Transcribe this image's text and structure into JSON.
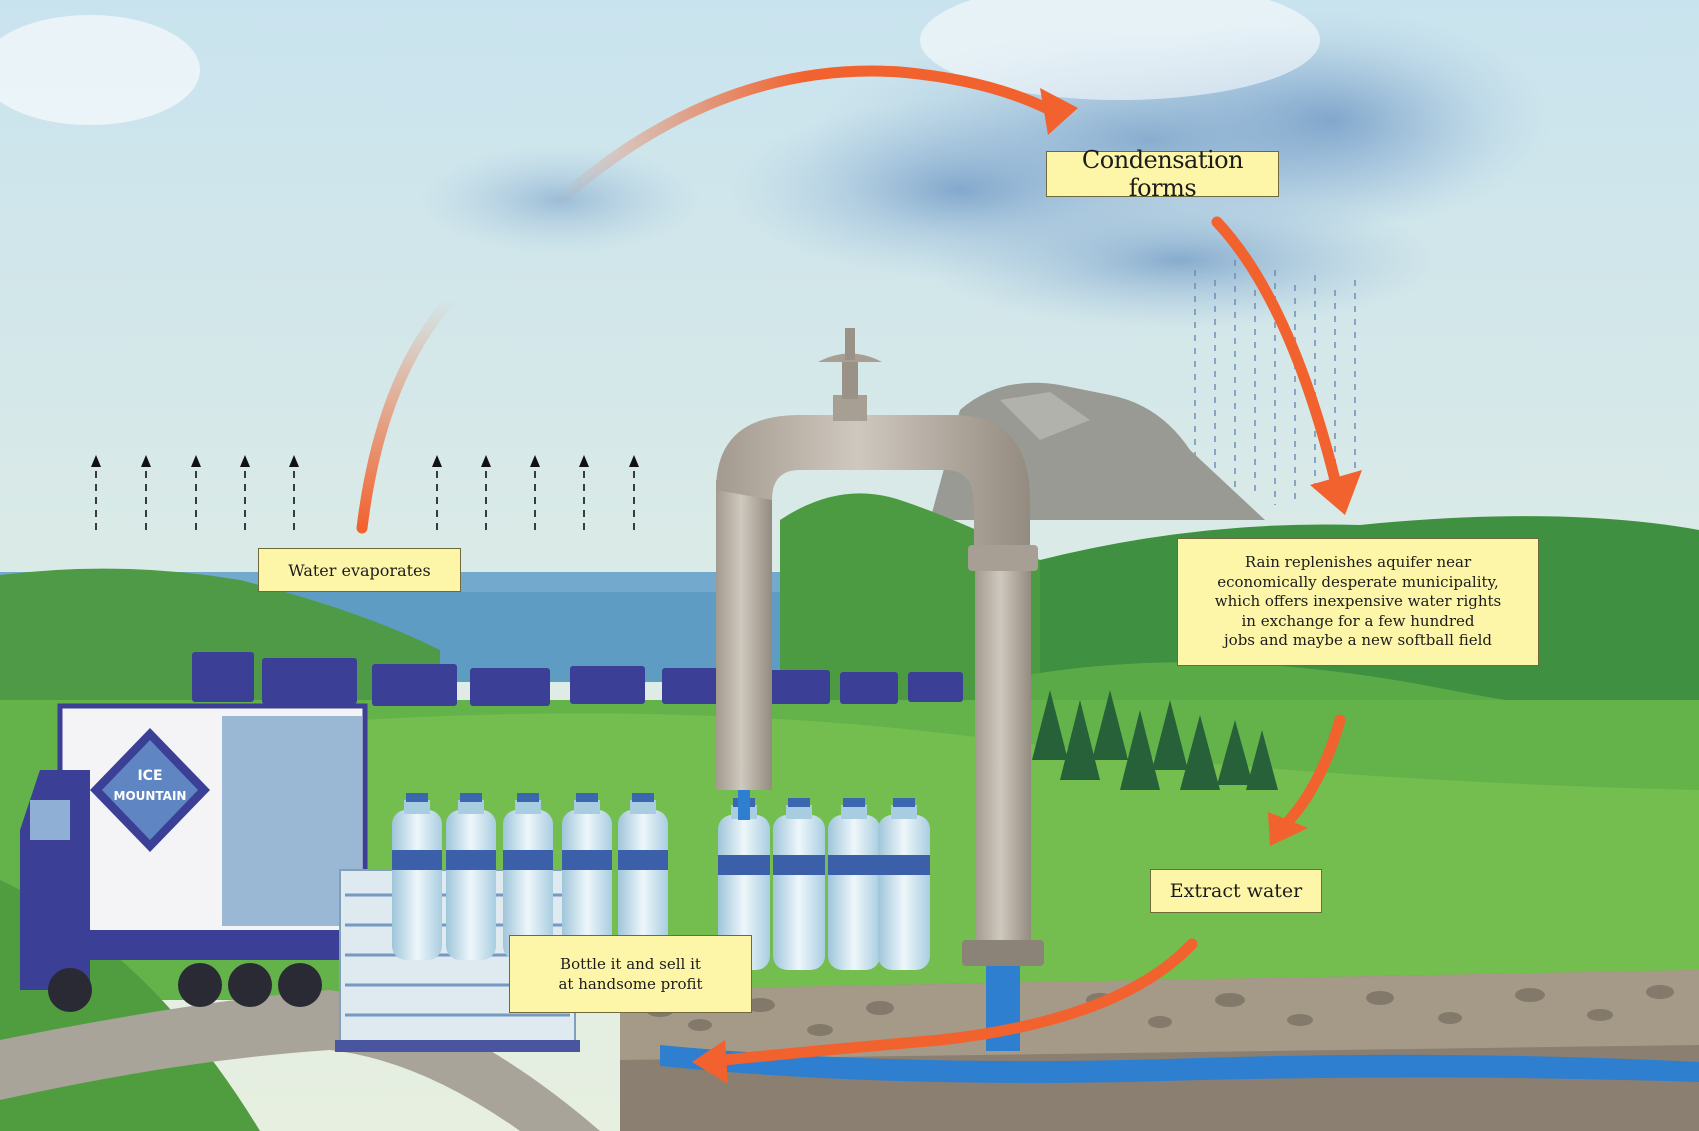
{
  "labels": {
    "condensation": "Condensation forms",
    "evaporation": "Water evaporates",
    "rain": [
      "Rain replenishes aquifer near",
      "economically desperate municipality,",
      "which offers inexpensive water rights",
      "in exchange for a few hundred",
      "jobs and maybe a new softball field"
    ],
    "extract": "Extract water",
    "bottle": [
      "Bottle it and sell it",
      "at handsome profit"
    ]
  },
  "branding": {
    "truck_logo": [
      "ICE",
      "MOUNTAIN"
    ]
  },
  "colors": {
    "arrow": "#f2622e",
    "callout_fill": "#fdf6a8",
    "sky": "#cfe4ec",
    "grass": "#5fae43",
    "pipe": "#b9b1a5",
    "groundwater": "#2f7fd0",
    "truck": "#3b3f96"
  },
  "icons": [
    "evaporation-arrow-icon",
    "cycle-arrow-icon",
    "pipe-valve-icon",
    "water-bottle-icon",
    "truck-icon",
    "tree-icon"
  ]
}
